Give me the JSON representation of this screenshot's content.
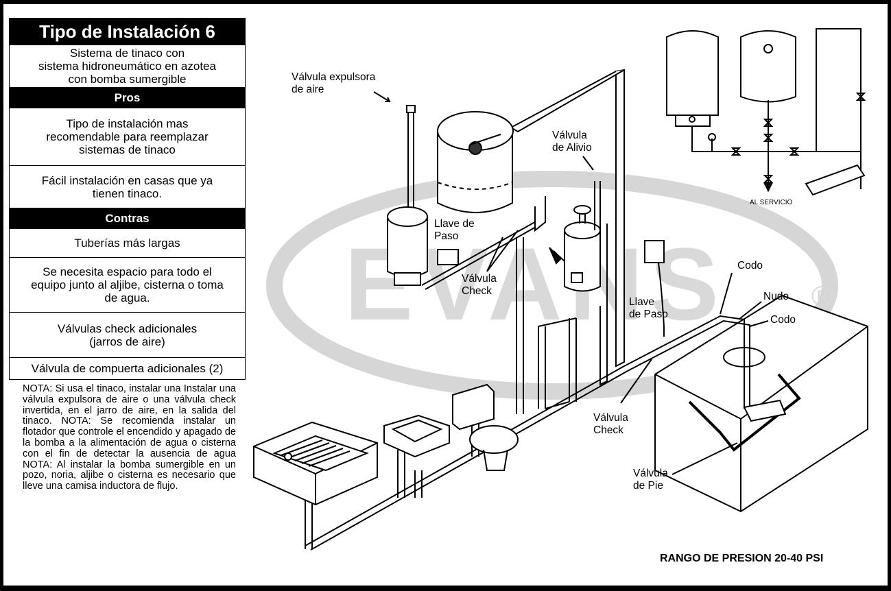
{
  "panel": {
    "title": "Tipo de Instalación 6",
    "description": "Sistema de tinaco con\nsistema hidroneumático en azotea\ncon bomba sumergible",
    "pros_header": "Pros",
    "pros": [
      "Tipo de instalación mas\nrecomendable para reemplazar\nsistemas de tinaco",
      "Fácil instalación en casas que ya\ntienen tinaco."
    ],
    "contras_header": "Contras",
    "contras": [
      "Tuberías más largas",
      "Se necesita espacio para todo el\nequipo junto al aljibe, cisterna o toma\nde agua.",
      "Válvulas check adicionales\n(jarros de aire)",
      "Válvula de compuerta adicionales (2)"
    ],
    "nota": "NOTA:  Si usa el tinaco, instalar una Instalar una válvula expulsora de aire o una válvula check invertida, en el jarro de aire, en la salida del tinaco. NOTA:  Se recomienda instalar un flotador que controle el encendido y apagado de la bomba a la alimentación de agua o cisterna con el fin de detectar la ausencia de agua NOTA: Al instalar la bomba sumergible en un pozo, noria, aljibe o cisterna es necesario que lleve una camisa inductora de flujo."
  },
  "labels": {
    "valvula_expulsora": "Válvula expulsora\nde aire",
    "valvula_alivio": "Válvula\nde Alivio",
    "llave_paso_1": "Llave de\nPaso",
    "valvula_check_1": "Válvula\nCheck",
    "llave_paso_2": "Llave\nde Paso",
    "valvula_check_2": "Válvula\nCheck",
    "codo_1": "Codo",
    "nudo": "Nudo",
    "codo_2": "Codo",
    "valvula_pie": "Válvula\nde Pie",
    "al_servicio": "AL SERVICIO"
  },
  "watermark": {
    "text": "EVANS",
    "mark": "®"
  },
  "footer": "RANGO DE PRESION 20-40 PSI"
}
